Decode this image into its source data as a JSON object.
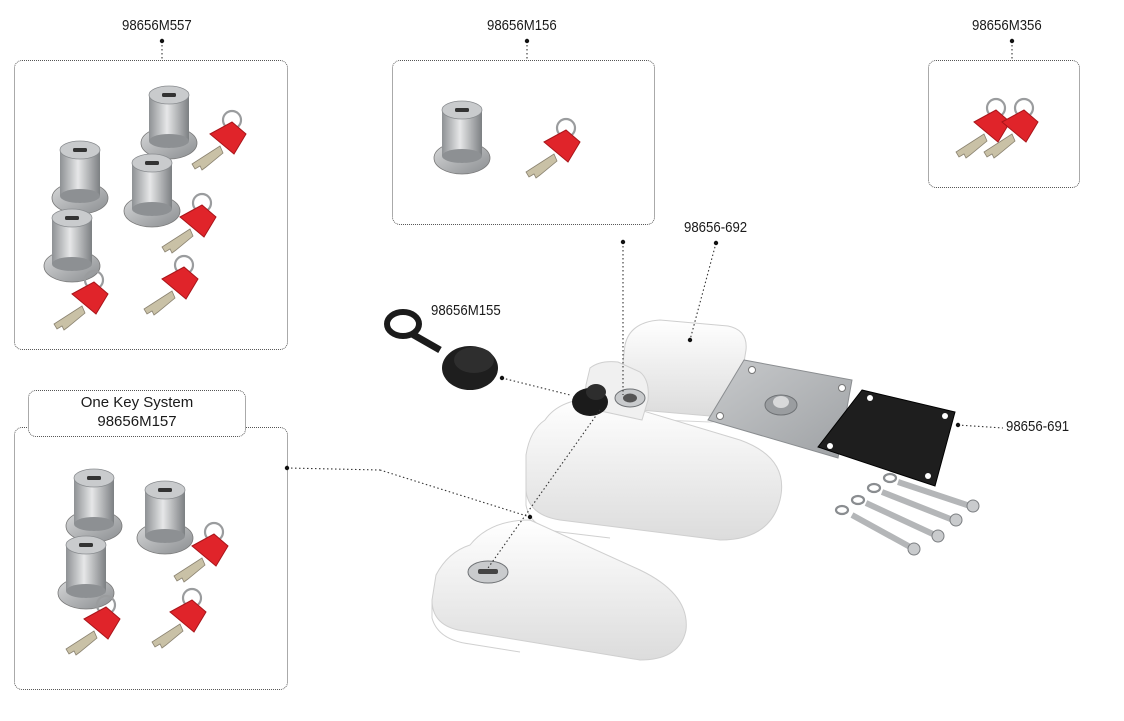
{
  "labels": {
    "kit_557": "98656M557",
    "kit_156": "98656M156",
    "kit_356": "98656M356",
    "cap_155": "98656M155",
    "cover_692": "98656-692",
    "gasket_691": "98656-691",
    "one_key_title": "One Key System",
    "one_key_code": "98656M157"
  },
  "colors": {
    "key_red": "#e0242a",
    "key_red_dark": "#a9151a",
    "cylinder_silver": "#b9bbbd",
    "lock_body_white": "#f4f4f4",
    "gasket_black": "#1e1e1e",
    "leader_line": "#333333"
  }
}
